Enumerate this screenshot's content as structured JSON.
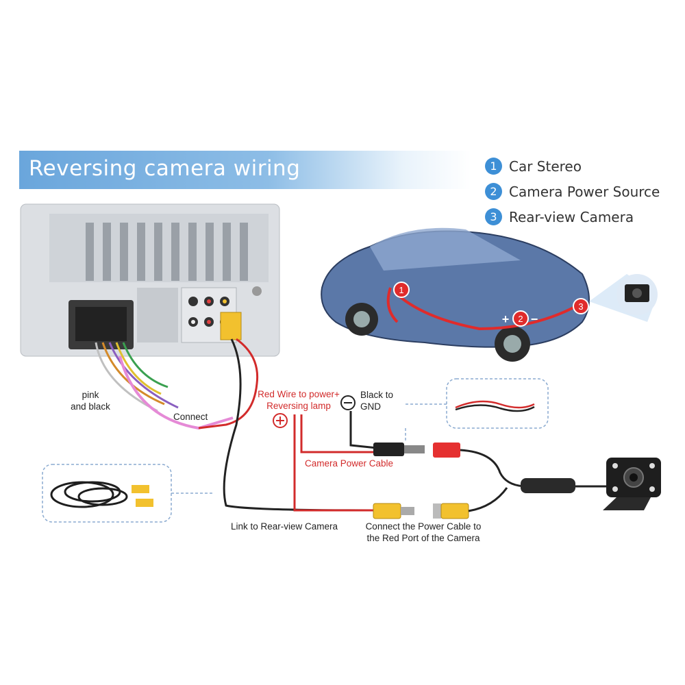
{
  "title": "Reversing camera wiring",
  "legend": [
    {
      "num": "1",
      "label": "Car Stereo"
    },
    {
      "num": "2",
      "label": "Camera Power Source"
    },
    {
      "num": "3",
      "label": "Rear-view Camera"
    }
  ],
  "labels": {
    "pink_black": "pink\nand black",
    "connect": "Connect",
    "red_wire": "Red Wire to power+\nReversing lamp",
    "black_gnd": "Black to\nGND",
    "camera_power_cable": "Camera Power Cable",
    "link_camera": "Link to Rear-view Camera",
    "connect_power": "Connect the Power Cable to\nthe Red Port of the Camera",
    "plus": "+",
    "minus": "−"
  },
  "car_markers": [
    "1",
    "2",
    "3"
  ],
  "colors": {
    "accent": "#3d8fd6",
    "red_wire": "#d22b2b",
    "rca_yellow": "#f2c12e"
  }
}
